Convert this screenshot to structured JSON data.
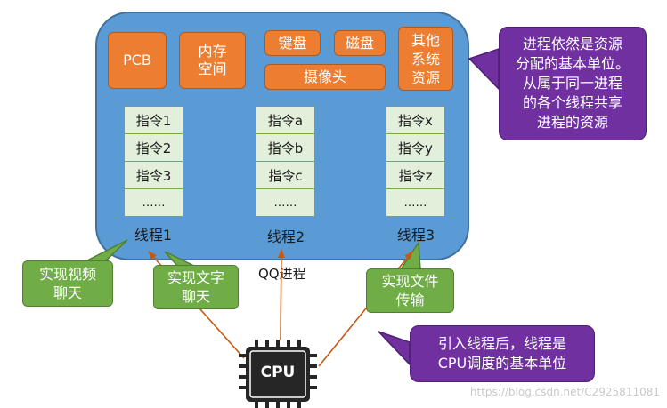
{
  "process": {
    "label": "QQ进程",
    "fill": "#5b9bd5",
    "resources": {
      "pcb": "PCB",
      "memory": "内存\n空间",
      "keyboard": "键盘",
      "disk": "磁盘",
      "camera": "摄像头",
      "other": "其他\n系统\n资源"
    }
  },
  "threads": [
    {
      "label": "线程1",
      "instructions": [
        "指令1",
        "指令2",
        "指令3",
        "……"
      ],
      "callout": "实现视频\n聊天"
    },
    {
      "label": "线程2",
      "instructions": [
        "指令a",
        "指令b",
        "指令c",
        "……"
      ],
      "callout": "实现文字\n聊天"
    },
    {
      "label": "线程3",
      "instructions": [
        "指令x",
        "指令y",
        "指令z",
        "……"
      ],
      "callout": "实现文件\n传输"
    }
  ],
  "notes": {
    "resource_note": "进程依然是资源\n分配的基本单位。\n从属于同一进程\n的各个线程共享\n进程的资源",
    "cpu_note": "引入线程后，线程是\nCPU调度的基本单位"
  },
  "cpu": {
    "label": "CPU",
    "icon": "cpu-chip-icon"
  },
  "watermark": "https://blog.csdn.net/C2925811081",
  "colors": {
    "process": "#5b9bd5",
    "resource": "#ed7d31",
    "thread_cell": "#e2efda",
    "callout": "#70ad47",
    "note": "#7030a0",
    "arrow": "#c55a11",
    "cpu": "#262626"
  }
}
